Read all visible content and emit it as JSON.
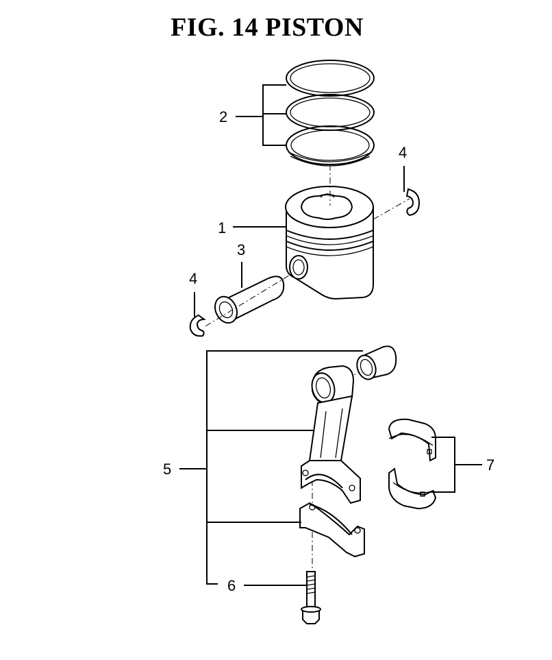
{
  "figure": {
    "title": "FIG. 14  PISTON"
  },
  "callouts": [
    {
      "id": "piston-rings",
      "label": "2"
    },
    {
      "id": "circlip-right",
      "label": "4"
    },
    {
      "id": "piston",
      "label": "1"
    },
    {
      "id": "piston-pin",
      "label": "3"
    },
    {
      "id": "circlip-left",
      "label": "4"
    },
    {
      "id": "connecting-rod-assy",
      "label": "5"
    },
    {
      "id": "con-rod-bolt",
      "label": "6"
    },
    {
      "id": "con-rod-bearing",
      "label": "7"
    }
  ]
}
